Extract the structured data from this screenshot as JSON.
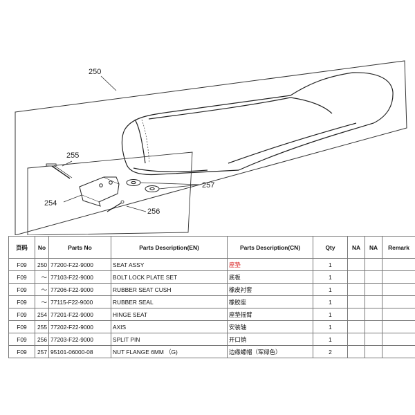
{
  "diagram": {
    "callouts": [
      "250",
      "255",
      "257",
      "254",
      "256"
    ]
  },
  "table": {
    "headers": [
      "页码",
      "No",
      "Parts No",
      "Parts Description(EN)",
      "Parts Description(CN)",
      "Qty",
      "NA",
      "NA",
      "Remark"
    ],
    "rows": [
      {
        "page": "F09",
        "no": "250",
        "parts_no": "77200-F22-9000",
        "desc_en": "SEAT ASSY",
        "desc_cn": "座垫",
        "qty": "1",
        "na1": "",
        "na2": "",
        "remark": ""
      },
      {
        "page": "F09",
        "no": "～",
        "parts_no": "77103-F22-9000",
        "desc_en": "BOLT LOCK PLATE SET",
        "desc_cn": "底板",
        "qty": "1",
        "na1": "",
        "na2": "",
        "remark": ""
      },
      {
        "page": "F09",
        "no": "～",
        "parts_no": "77206-F22-9000",
        "desc_en": "RUBBER SEAT CUSH",
        "desc_cn": "橡皮衬套",
        "qty": "1",
        "na1": "",
        "na2": "",
        "remark": ""
      },
      {
        "page": "F09",
        "no": "～",
        "parts_no": "77115-F22-9000",
        "desc_en": "RUBBER SEAL",
        "desc_cn": "橡胶座",
        "qty": "1",
        "na1": "",
        "na2": "",
        "remark": ""
      },
      {
        "page": "F09",
        "no": "254",
        "parts_no": "77201-F22-9000",
        "desc_en": "HINGE SEAT",
        "desc_cn": "座垫摇臂",
        "qty": "1",
        "na1": "",
        "na2": "",
        "remark": ""
      },
      {
        "page": "F09",
        "no": "255",
        "parts_no": "77202-F22-9000",
        "desc_en": "AXIS",
        "desc_cn": "安装轴",
        "qty": "1",
        "na1": "",
        "na2": "",
        "remark": ""
      },
      {
        "page": "F09",
        "no": "256",
        "parts_no": "77203-F22-9000",
        "desc_en": "SPLIT PIN",
        "desc_cn": "开口销",
        "qty": "1",
        "na1": "",
        "na2": "",
        "remark": ""
      },
      {
        "page": "F09",
        "no": "257",
        "parts_no": "95101-06000-08",
        "desc_en": "NUT FLANGE 6MM （G)",
        "desc_cn": "边缘螺帽（军绿色）",
        "qty": "2",
        "na1": "",
        "na2": "",
        "remark": ""
      }
    ],
    "highlight_color": "#d81e1e"
  }
}
